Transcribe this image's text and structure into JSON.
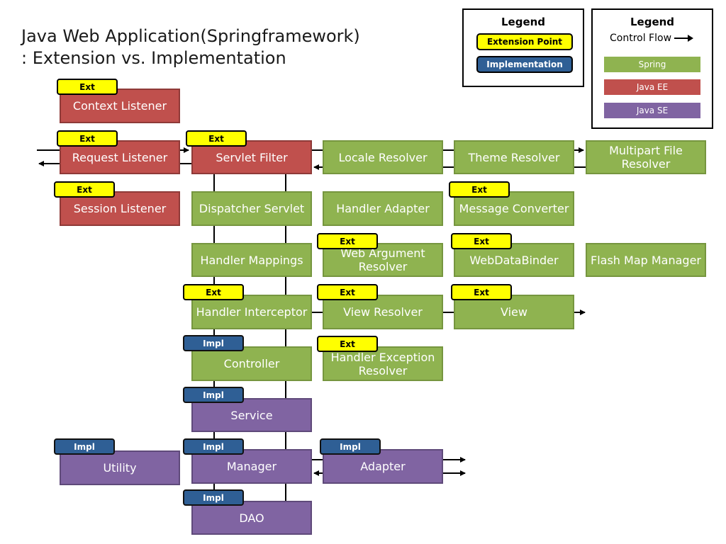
{
  "title": {
    "line1": "Java Web Application(Springframework)",
    "line2": ": Extension vs. Implementation"
  },
  "legend_tags": {
    "heading": "Legend",
    "extension_point": "Extension Point",
    "implementation": "Implementation"
  },
  "legend_colors": {
    "heading": "Legend",
    "control_flow": "Control Flow",
    "spring": "Spring",
    "java_ee": "Java EE",
    "java_se": "Java SE"
  },
  "colors": {
    "spring": "#8fb350",
    "java_ee": "#c0504d",
    "java_se": "#8064a2",
    "ext": "#ffff00",
    "impl": "#2f5f95"
  },
  "tags": {
    "ext": "Ext",
    "impl": "Impl"
  },
  "nodes": {
    "context_listener": "Context Listener",
    "request_listener": "Request Listener",
    "session_listener": "Session Listener",
    "servlet_filter": "Servlet Filter",
    "locale_resolver": "Locale Resolver",
    "theme_resolver": "Theme Resolver",
    "multipart_file_resolver": "Multipart File Resolver",
    "dispatcher_servlet": "Dispatcher Servlet",
    "handler_adapter": "Handler Adapter",
    "message_converter": "Message Converter",
    "handler_mappings": "Handler Mappings",
    "web_argument_resolver": "Web Argument Resolver",
    "webdatabinder": "WebDataBinder",
    "flash_map_manager": "Flash Map Manager",
    "handler_interceptor": "Handler Interceptor",
    "view_resolver": "View Resolver",
    "view": "View",
    "controller": "Controller",
    "handler_exception_resolver": "Handler Exception Resolver",
    "service": "Service",
    "utility": "Utility",
    "manager": "Manager",
    "adapter": "Adapter",
    "dao": "DAO"
  }
}
